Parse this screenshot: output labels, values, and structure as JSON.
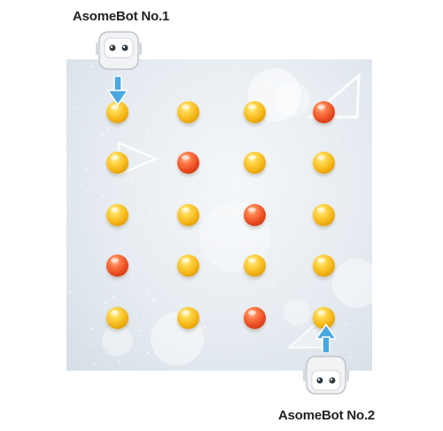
{
  "bots": [
    {
      "label": "AsomeBot No.1"
    },
    {
      "label": "AsomeBot No.2"
    }
  ],
  "grid": {
    "rows": 5,
    "cols": 4,
    "cells": [
      [
        "gold",
        "gold",
        "gold",
        "red"
      ],
      [
        "gold",
        "red",
        "gold",
        "gold"
      ],
      [
        "gold",
        "gold",
        "red",
        "gold"
      ],
      [
        "red",
        "gold",
        "gold",
        "gold"
      ],
      [
        "gold",
        "gold",
        "red",
        "gold"
      ]
    ]
  },
  "colors": {
    "gold_ball": "#f3b313",
    "red_ball": "#e84a1f",
    "arrow": "#4aa8e0",
    "board_bg": "#e6ecf1"
  }
}
